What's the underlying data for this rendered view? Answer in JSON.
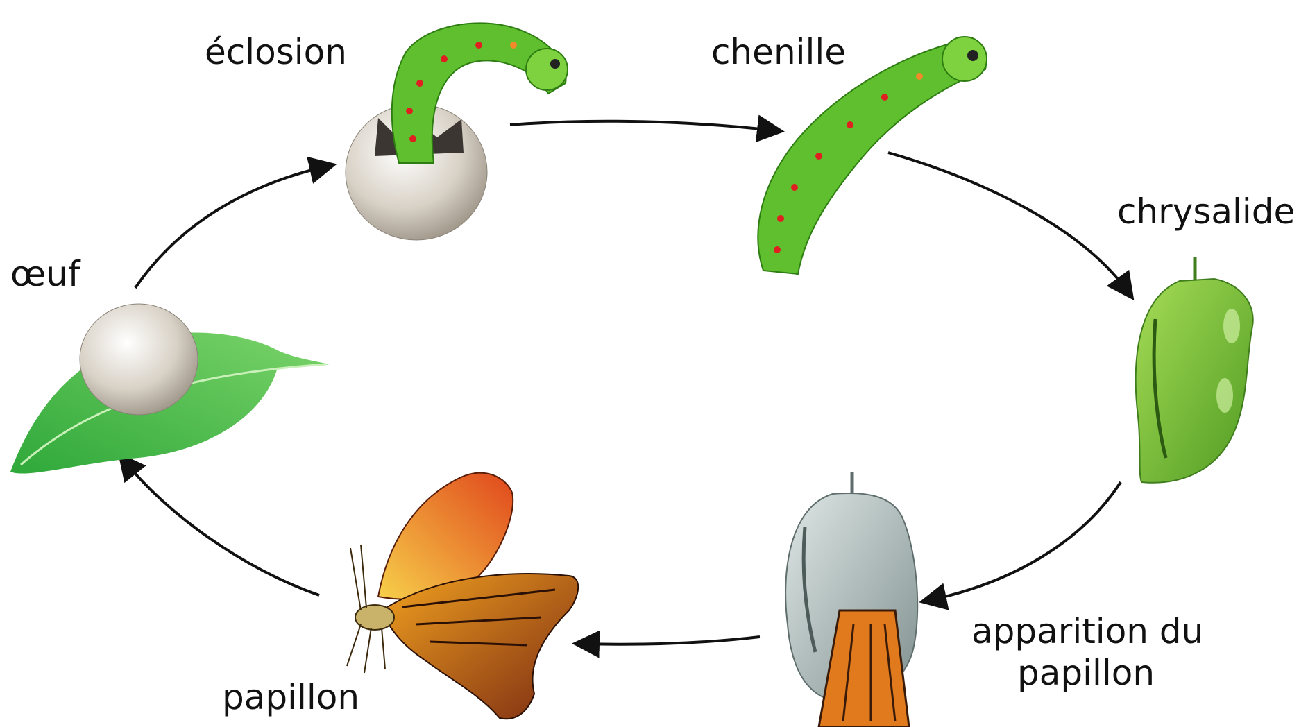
{
  "diagram": {
    "stages": {
      "egg": "œuf",
      "hatching": "éclosion",
      "caterpillar": "chenille",
      "chrysalis": "chrysalide",
      "emergence_line1": "apparition du",
      "emergence_line2": "papillon",
      "butterfly": "papillon"
    },
    "colors": {
      "leaf": "#3cb83a",
      "egg": "#d9d3c9",
      "caterpillar": "#5fbf2e",
      "chrysalis": "#79c13a",
      "emerging_chrysalis": "#a7b6b4",
      "butterfly_upper": "#f2a21f",
      "butterfly_lower": "#e07a1c",
      "arrow": "#111111"
    },
    "icons": [
      "leaf-with-egg",
      "hatching-egg",
      "caterpillar",
      "green-chrysalis",
      "emerging-chrysalis",
      "butterfly"
    ]
  }
}
